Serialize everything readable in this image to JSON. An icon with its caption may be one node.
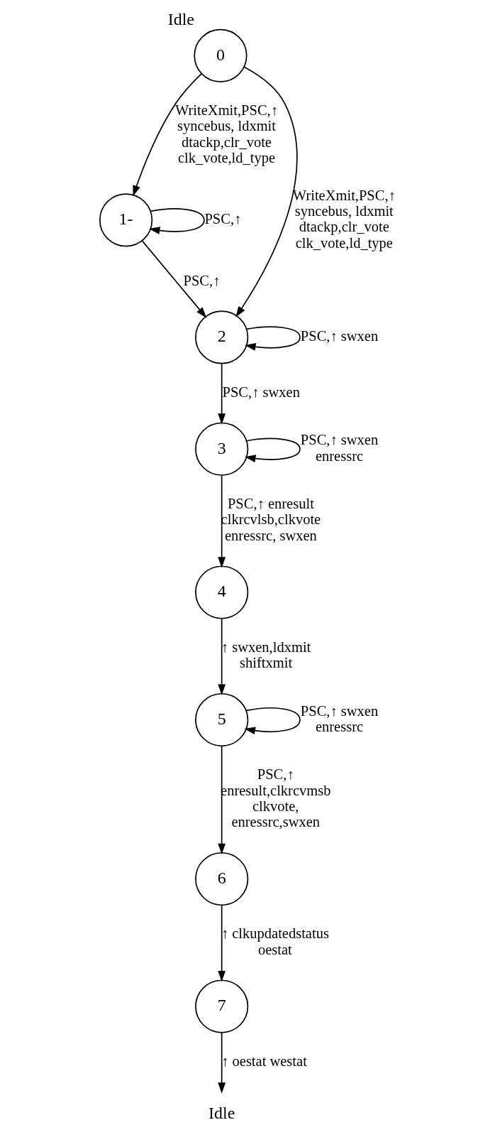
{
  "diagram": {
    "nodes": [
      {
        "text": [
          "0"
        ],
        "beside": [
          "Idle"
        ]
      },
      {
        "text": [
          "1-"
        ]
      },
      {
        "text": [
          "2"
        ]
      },
      {
        "text": [
          "3"
        ]
      },
      {
        "text": [
          "4"
        ]
      },
      {
        "text": [
          "5"
        ]
      },
      {
        "text": [
          "6"
        ]
      },
      {
        "text": [
          "7"
        ]
      },
      {
        "text": [
          "Idle"
        ]
      }
    ],
    "edges": [
      {
        "from": 0,
        "to": 1,
        "arrow": "to",
        "label": "WriteXmit,PSC,↑ syncebus, ldxmit dtackp,clr_vote clk_vote,ld_type"
      },
      {
        "from": 1,
        "to": 1,
        "arrow": "to",
        "label": "PSC,↑"
      },
      {
        "from": 0,
        "to": 2,
        "arrow": "to",
        "label": "WriteXmit,PSC,↑ syncebus, ldxmit dtackp,clr_vote clk_vote,ld_type"
      },
      {
        "from": 1,
        "to": 2,
        "arrow": "to",
        "label": "PSC,↑"
      },
      {
        "from": 2,
        "to": 2,
        "arrow": "to",
        "label": "PSC,↑ swxen"
      },
      {
        "from": 2,
        "to": 3,
        "arrow": "to",
        "label": "PSC,↑ swxen"
      },
      {
        "from": 3,
        "to": 3,
        "arrow": "to",
        "label": "PSC,↑ swxen enressrc"
      },
      {
        "from": 3,
        "to": 4,
        "arrow": "to",
        "label": "PSC,↑ enresult clkrcvlsb,clkvote enressrc, swxen"
      },
      {
        "from": 4,
        "to": 5,
        "arrow": "to",
        "label": "↑ swxen,ldxmit shiftxmit"
      },
      {
        "from": 5,
        "to": 5,
        "arrow": "to",
        "label": "PSC,↑ swxen enressrc"
      },
      {
        "from": 5,
        "to": 6,
        "arrow": "to",
        "label": "PSC,↑ enresult,clkrcvmsb clkvote, enressrc,swxen"
      },
      {
        "from": 6,
        "to": 7,
        "arrow": "to",
        "label": "↑ clkupdatedstatus oestat"
      },
      {
        "from": 7,
        "to": 8,
        "arrow": "to",
        "label": "↑ oestat westat"
      }
    ]
  }
}
